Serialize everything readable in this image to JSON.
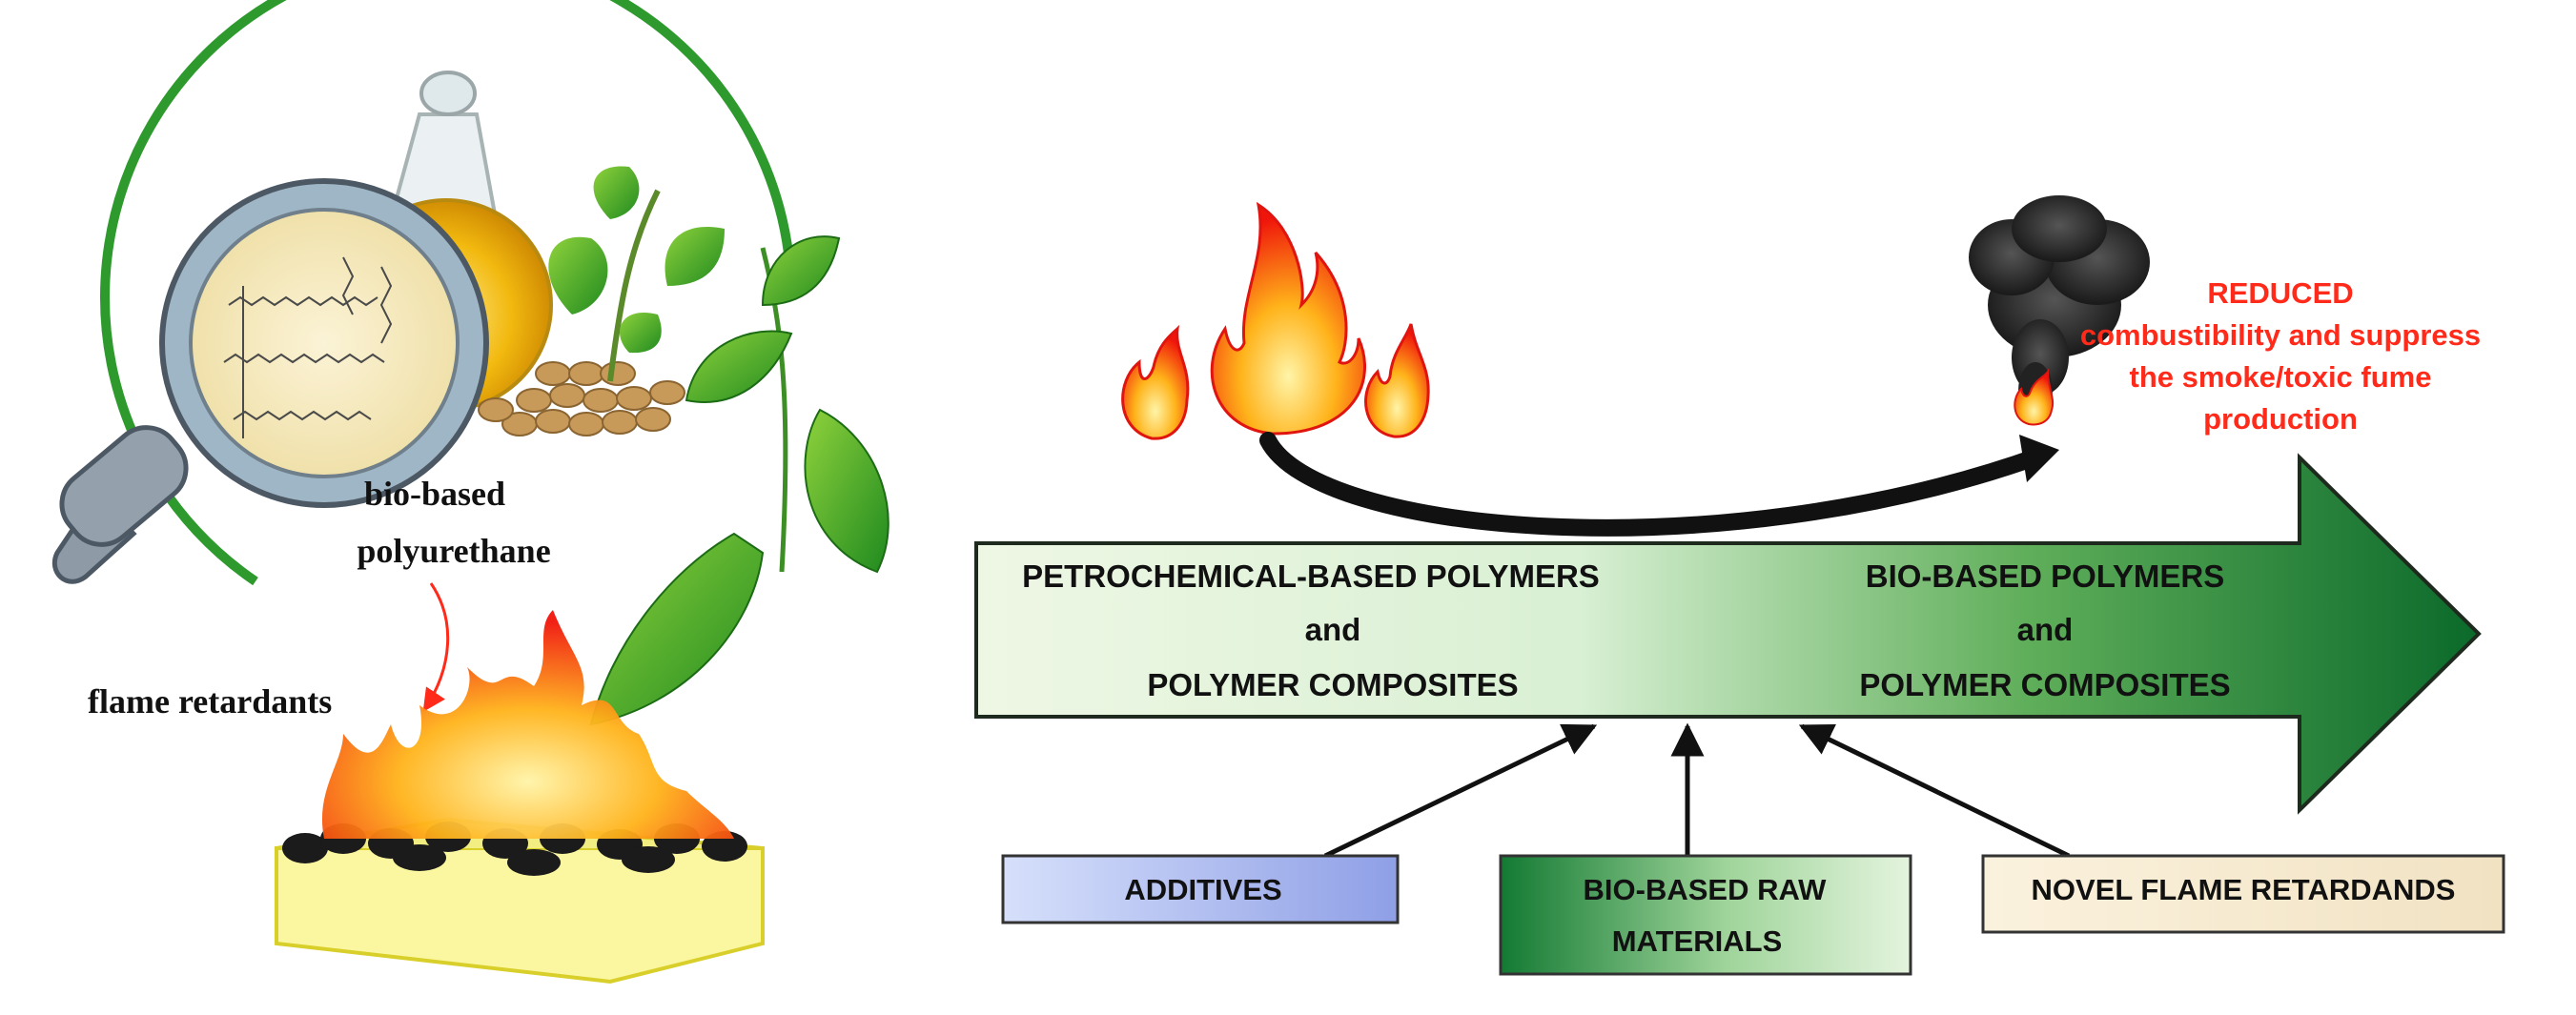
{
  "left_panel": {
    "label_biobased_line1": "bio-based",
    "label_biobased_line2": "polyurethane",
    "label_flame_retardants": "flame retardants"
  },
  "main_arrow": {
    "left_line1": "PETROCHEMICAL-BASED POLYMERS",
    "left_line2": "and",
    "left_line3": "POLYMER COMPOSITES",
    "right_line1": "BIO-BASED POLYMERS",
    "right_line2": "and",
    "right_line3": "POLYMER COMPOSITES"
  },
  "outcome": {
    "line1": "REDUCED",
    "line2": "combustibility and suppress",
    "line3": "the smoke/toxic fume",
    "line4": "production"
  },
  "inputs": {
    "additives": "ADDITIVES",
    "bio_raw_line1": "BIO-BASED RAW",
    "bio_raw_line2": "MATERIALS",
    "novel_flame": "NOVEL FLAME RETARDANDS"
  },
  "colors": {
    "green_dark": "#0d6b2b",
    "green_light": "#dff2dc",
    "flame_red": "#ff2a1a",
    "box_yellow": "#fbf7a0",
    "additives_blue": "#aab8ee",
    "novel_cream": "#f8ecd4"
  }
}
